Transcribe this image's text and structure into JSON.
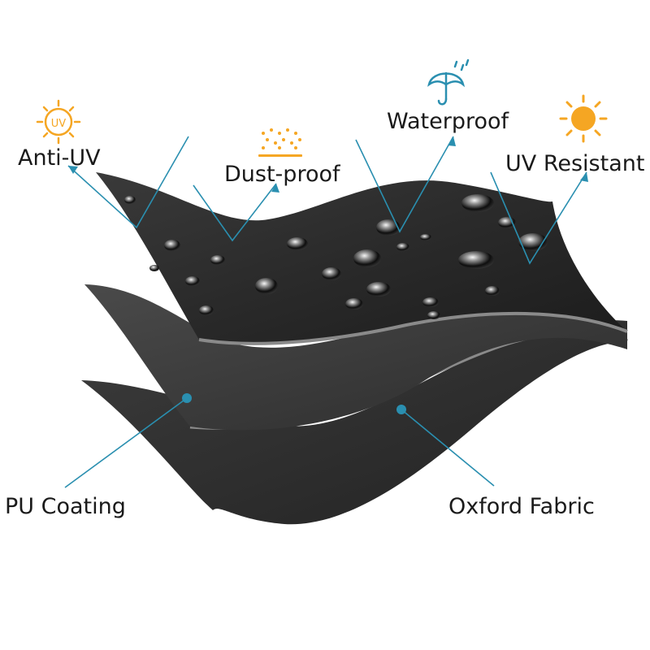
{
  "labels": {
    "anti_uv": "Anti-UV",
    "uv_badge": "UV",
    "dust_proof": "Dust-proof",
    "waterproof": "Waterproof",
    "uv_resistant": "UV Resistant",
    "pu_coating": "PU Coating",
    "oxford_fabric": "Oxford Fabric"
  },
  "icons": {
    "anti_uv": "sun-uv-icon",
    "dust_proof": "dust-particles-icon",
    "waterproof": "umbrella-rain-icon",
    "uv_resistant": "sun-icon"
  },
  "colors": {
    "leader_line": "#2a8fb0",
    "icon_orange": "#f5a623",
    "icon_blue": "#2a8fb0",
    "top_layer": "#2b2b2b",
    "middle_layer": "#3c3c3c",
    "bottom_layer": "#2e2e2e",
    "edge_highlight": "#8a8a8a"
  }
}
